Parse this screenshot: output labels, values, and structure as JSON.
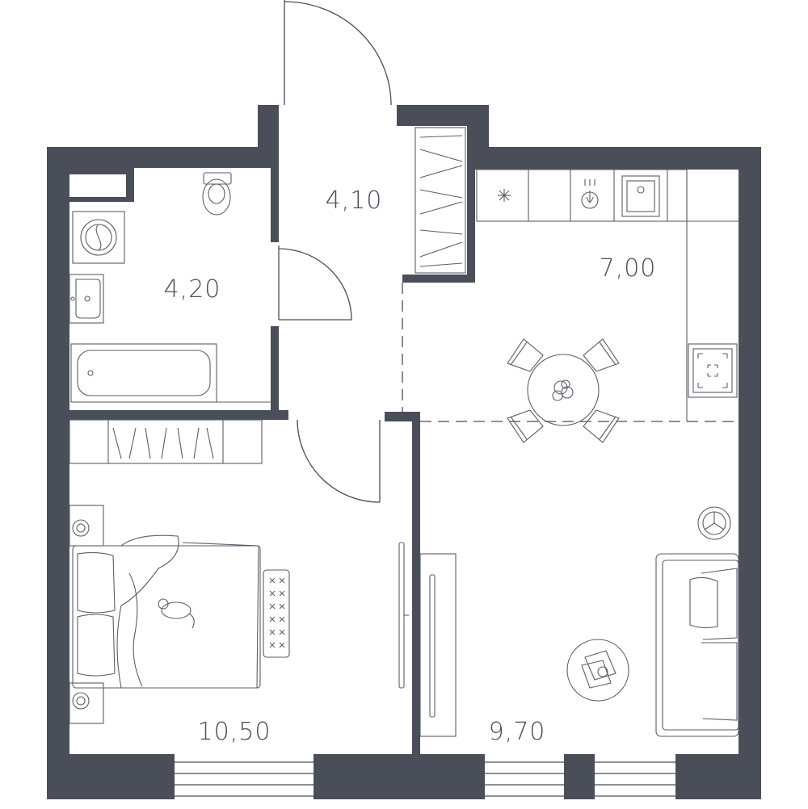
{
  "rooms": {
    "hall": {
      "area": "4,10"
    },
    "bathroom": {
      "area": "4,20"
    },
    "kitchen": {
      "area": "7,00"
    },
    "bedroom": {
      "area": "10,50"
    },
    "living": {
      "area": "9,70"
    }
  },
  "colors": {
    "wall": "#4a4e59",
    "background": "#ffffff"
  }
}
